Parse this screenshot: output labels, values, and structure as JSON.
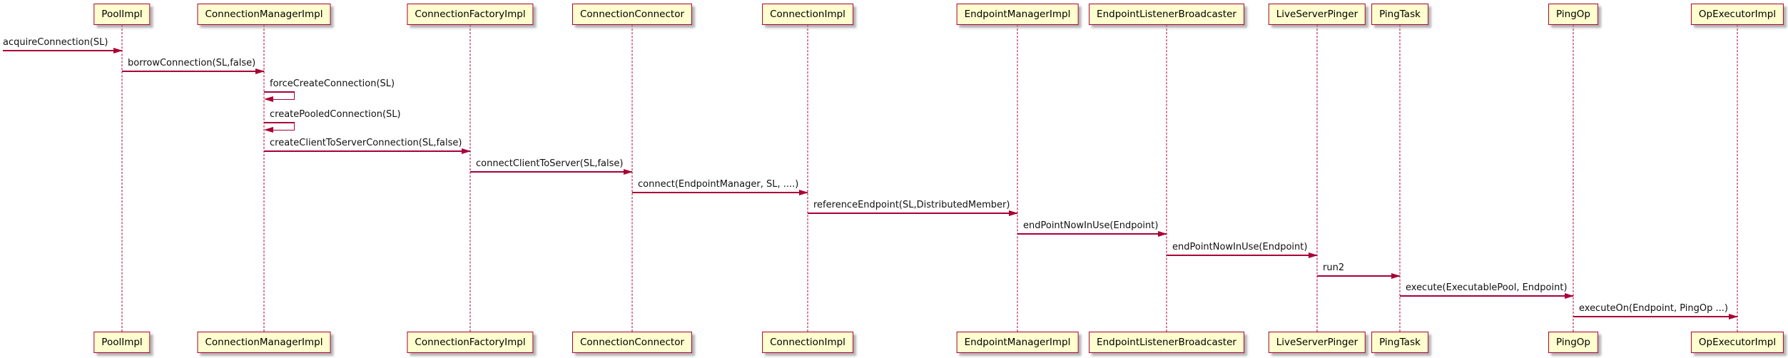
{
  "diagram": {
    "type": "uml-sequence-diagram",
    "colors": {
      "participant_fill": "#FEFECE",
      "participant_border": "#A80036",
      "lifeline": "#A80036",
      "arrow": "#A80036",
      "text": "#000000",
      "background": "#FFFFFF"
    },
    "participants": [
      {
        "name": "PoolImpl"
      },
      {
        "name": "ConnectionManagerImpl"
      },
      {
        "name": "ConnectionFactoryImpl"
      },
      {
        "name": "ConnectionConnector"
      },
      {
        "name": "ConnectionImpl"
      },
      {
        "name": "EndpointManagerImpl"
      },
      {
        "name": "EndpointListenerBroadcaster"
      },
      {
        "name": "LiveServerPinger"
      },
      {
        "name": "PingTask"
      },
      {
        "name": "PingOp"
      },
      {
        "name": "OpExecutorImpl"
      }
    ],
    "messages": [
      {
        "label": "acquireConnection(SL)",
        "from": "(external)",
        "to": "PoolImpl",
        "kind": "found"
      },
      {
        "label": "borrowConnection(SL,false)",
        "from": "PoolImpl",
        "to": "ConnectionManagerImpl",
        "kind": "call"
      },
      {
        "label": "forceCreateConnection(SL)",
        "from": "ConnectionManagerImpl",
        "to": "ConnectionManagerImpl",
        "kind": "self"
      },
      {
        "label": "createPooledConnection(SL)",
        "from": "ConnectionManagerImpl",
        "to": "ConnectionManagerImpl",
        "kind": "self"
      },
      {
        "label": "createClientToServerConnection(SL,false)",
        "from": "ConnectionManagerImpl",
        "to": "ConnectionFactoryImpl",
        "kind": "call"
      },
      {
        "label": "connectClientToServer(SL,false)",
        "from": "ConnectionFactoryImpl",
        "to": "ConnectionConnector",
        "kind": "call"
      },
      {
        "label": "connect(EndpointManager, SL, ....)",
        "from": "ConnectionConnector",
        "to": "ConnectionImpl",
        "kind": "call"
      },
      {
        "label": "referenceEndpoint(SL,DistributedMember)",
        "from": "ConnectionImpl",
        "to": "EndpointManagerImpl",
        "kind": "call"
      },
      {
        "label": "endPointNowInUse(Endpoint)",
        "from": "EndpointManagerImpl",
        "to": "EndpointListenerBroadcaster",
        "kind": "call"
      },
      {
        "label": "endPointNowInUse(Endpoint)",
        "from": "EndpointListenerBroadcaster",
        "to": "LiveServerPinger",
        "kind": "call"
      },
      {
        "label": "run2",
        "from": "LiveServerPinger",
        "to": "PingTask",
        "kind": "call"
      },
      {
        "label": "execute(ExecutablePool, Endpoint)",
        "from": "PingTask",
        "to": "PingOp",
        "kind": "call"
      },
      {
        "label": "executeOn(Endpoint, PingOp ...)",
        "from": "PingOp",
        "to": "OpExecutorImpl",
        "kind": "call"
      }
    ]
  }
}
